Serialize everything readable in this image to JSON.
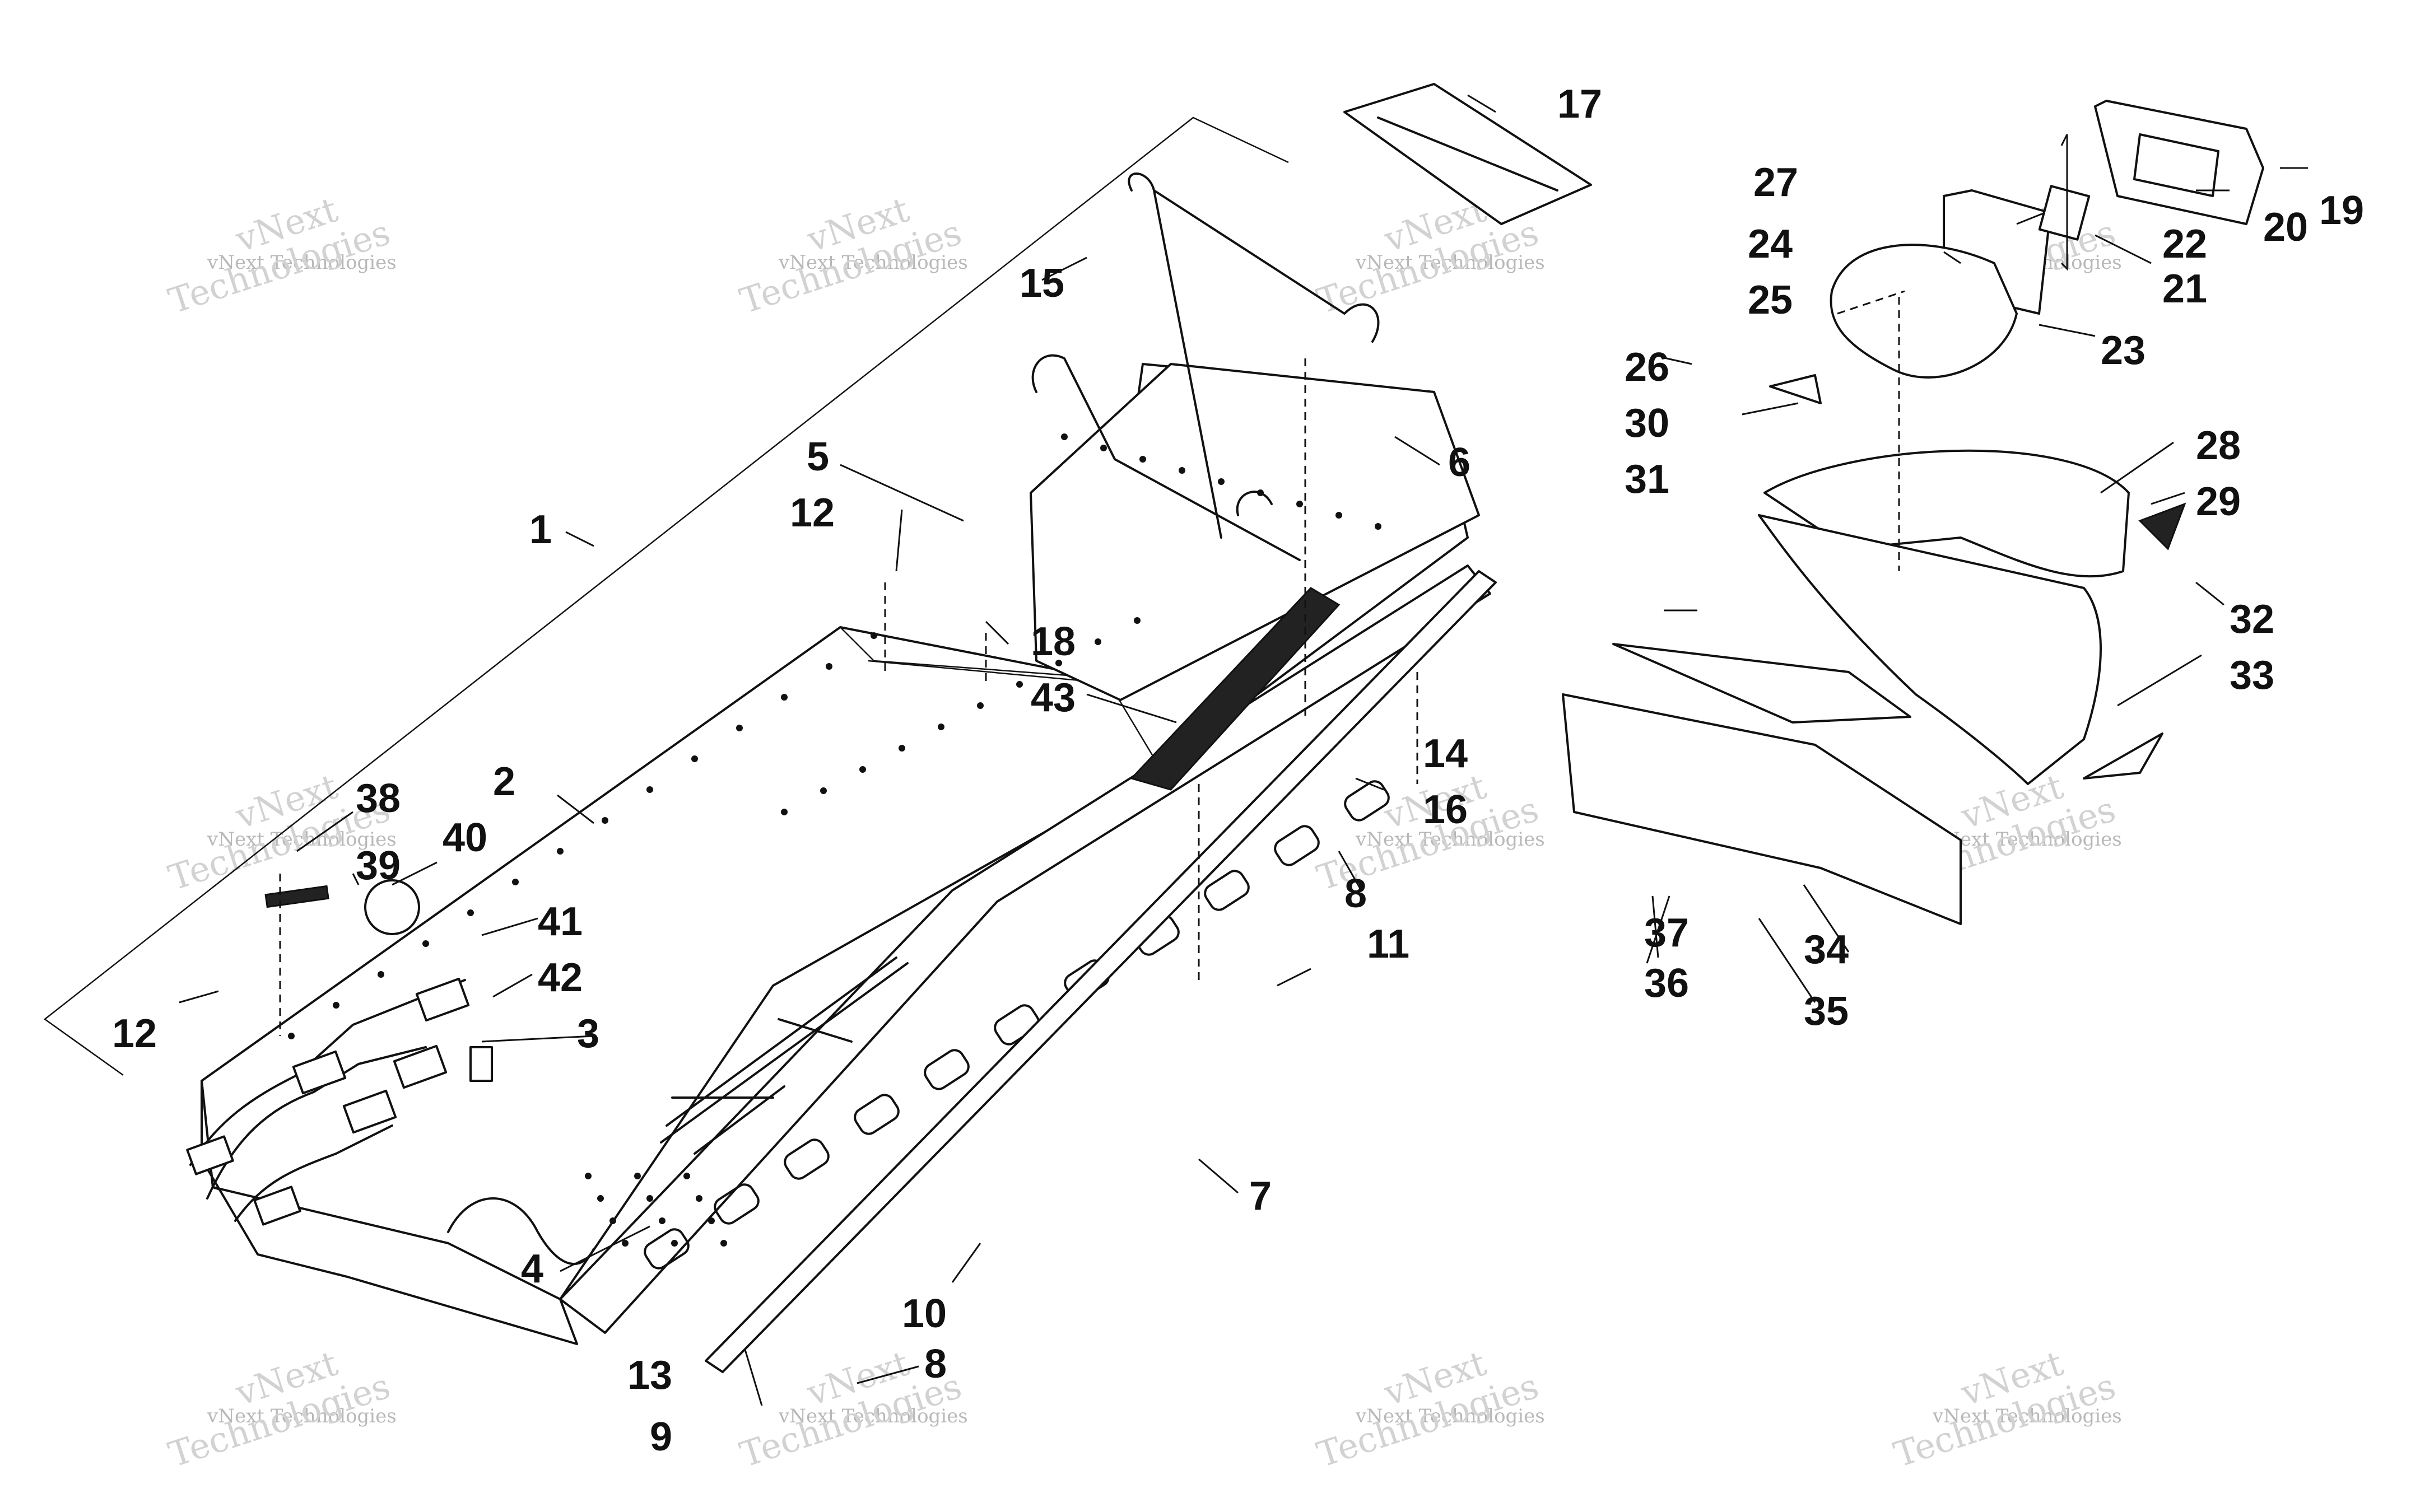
{
  "callouts": [
    {
      "id": "1",
      "text": "1"
    },
    {
      "id": "2",
      "text": "2"
    },
    {
      "id": "3",
      "text": "3"
    },
    {
      "id": "4",
      "text": "4"
    },
    {
      "id": "5",
      "text": "5"
    },
    {
      "id": "6",
      "text": "6"
    },
    {
      "id": "7",
      "text": "7"
    },
    {
      "id": "8a",
      "text": "8"
    },
    {
      "id": "8b",
      "text": "8"
    },
    {
      "id": "9",
      "text": "9"
    },
    {
      "id": "10",
      "text": "10"
    },
    {
      "id": "11",
      "text": "11"
    },
    {
      "id": "12a",
      "text": "12"
    },
    {
      "id": "12b",
      "text": "12"
    },
    {
      "id": "13",
      "text": "13"
    },
    {
      "id": "14",
      "text": "14"
    },
    {
      "id": "15",
      "text": "15"
    },
    {
      "id": "16",
      "text": "16"
    },
    {
      "id": "17",
      "text": "17"
    },
    {
      "id": "18",
      "text": "18"
    },
    {
      "id": "19",
      "text": "19"
    },
    {
      "id": "20",
      "text": "20"
    },
    {
      "id": "21",
      "text": "21"
    },
    {
      "id": "22",
      "text": "22"
    },
    {
      "id": "23",
      "text": "23"
    },
    {
      "id": "24",
      "text": "24"
    },
    {
      "id": "25",
      "text": "25"
    },
    {
      "id": "26",
      "text": "26"
    },
    {
      "id": "27",
      "text": "27"
    },
    {
      "id": "28",
      "text": "28"
    },
    {
      "id": "29",
      "text": "29"
    },
    {
      "id": "30",
      "text": "30"
    },
    {
      "id": "31",
      "text": "31"
    },
    {
      "id": "32",
      "text": "32"
    },
    {
      "id": "33",
      "text": "33"
    },
    {
      "id": "34",
      "text": "34"
    },
    {
      "id": "35",
      "text": "35"
    },
    {
      "id": "36",
      "text": "36"
    },
    {
      "id": "37",
      "text": "37"
    },
    {
      "id": "38",
      "text": "38"
    },
    {
      "id": "39",
      "text": "39"
    },
    {
      "id": "40",
      "text": "40"
    },
    {
      "id": "41",
      "text": "41"
    },
    {
      "id": "42",
      "text": "42"
    },
    {
      "id": "43",
      "text": "43"
    }
  ],
  "watermark": {
    "line1": "vNext",
    "line2": "vNext Technologies",
    "line3": "Technologies"
  }
}
